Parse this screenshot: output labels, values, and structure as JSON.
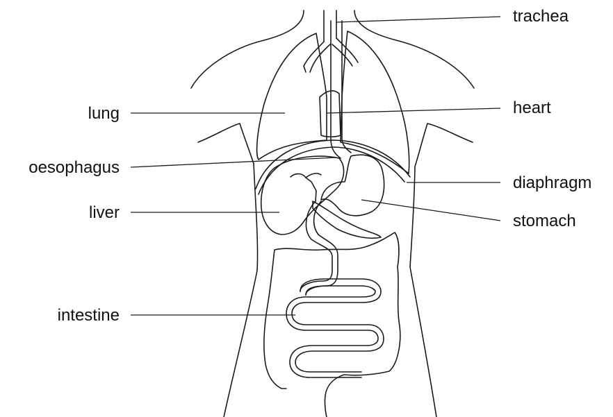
{
  "diagram": {
    "labels": {
      "trachea": "trachea",
      "heart": "heart",
      "lung": "lung",
      "oesophagus": "oesophagus",
      "diaphragm": "diaphragm",
      "liver": "liver",
      "stomach": "stomach",
      "intestine": "intestine"
    },
    "colors": {
      "line": "#1a1a1a",
      "text": "#111111",
      "background": "#ffffff"
    }
  }
}
